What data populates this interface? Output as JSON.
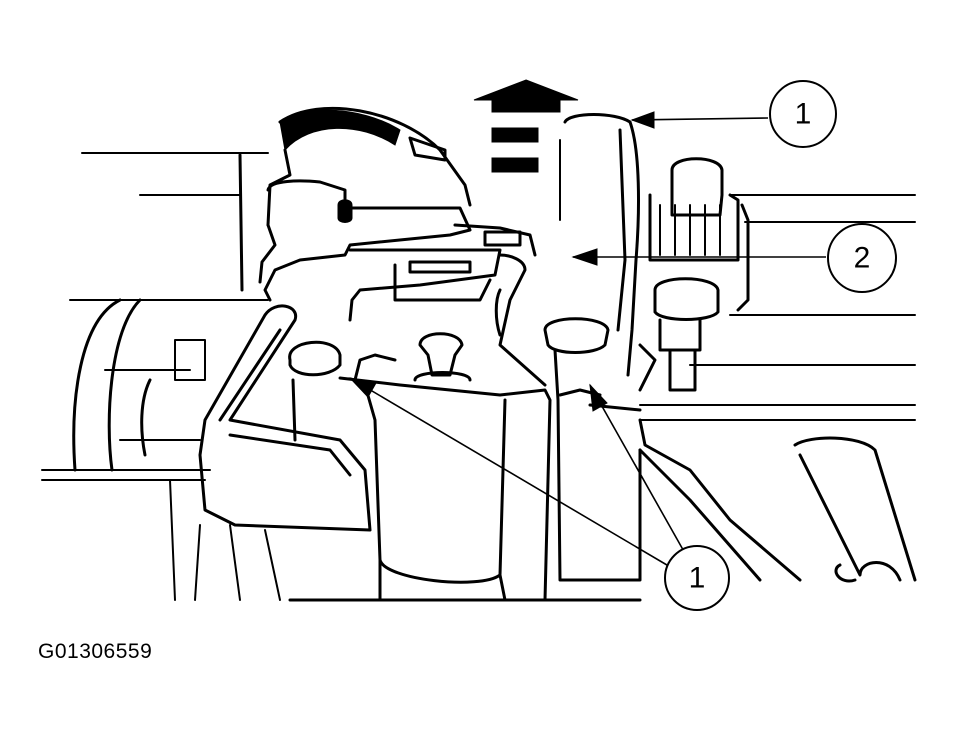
{
  "figure": {
    "id_label": "G01306559",
    "callouts": [
      {
        "label": "1",
        "target": "upper-retaining-clip"
      },
      {
        "label": "2",
        "target": "component-housing"
      },
      {
        "label": "1",
        "target": "lower-retaining-clips"
      }
    ],
    "removal_arrow_icon": "up-arrow-dashed-icon"
  }
}
